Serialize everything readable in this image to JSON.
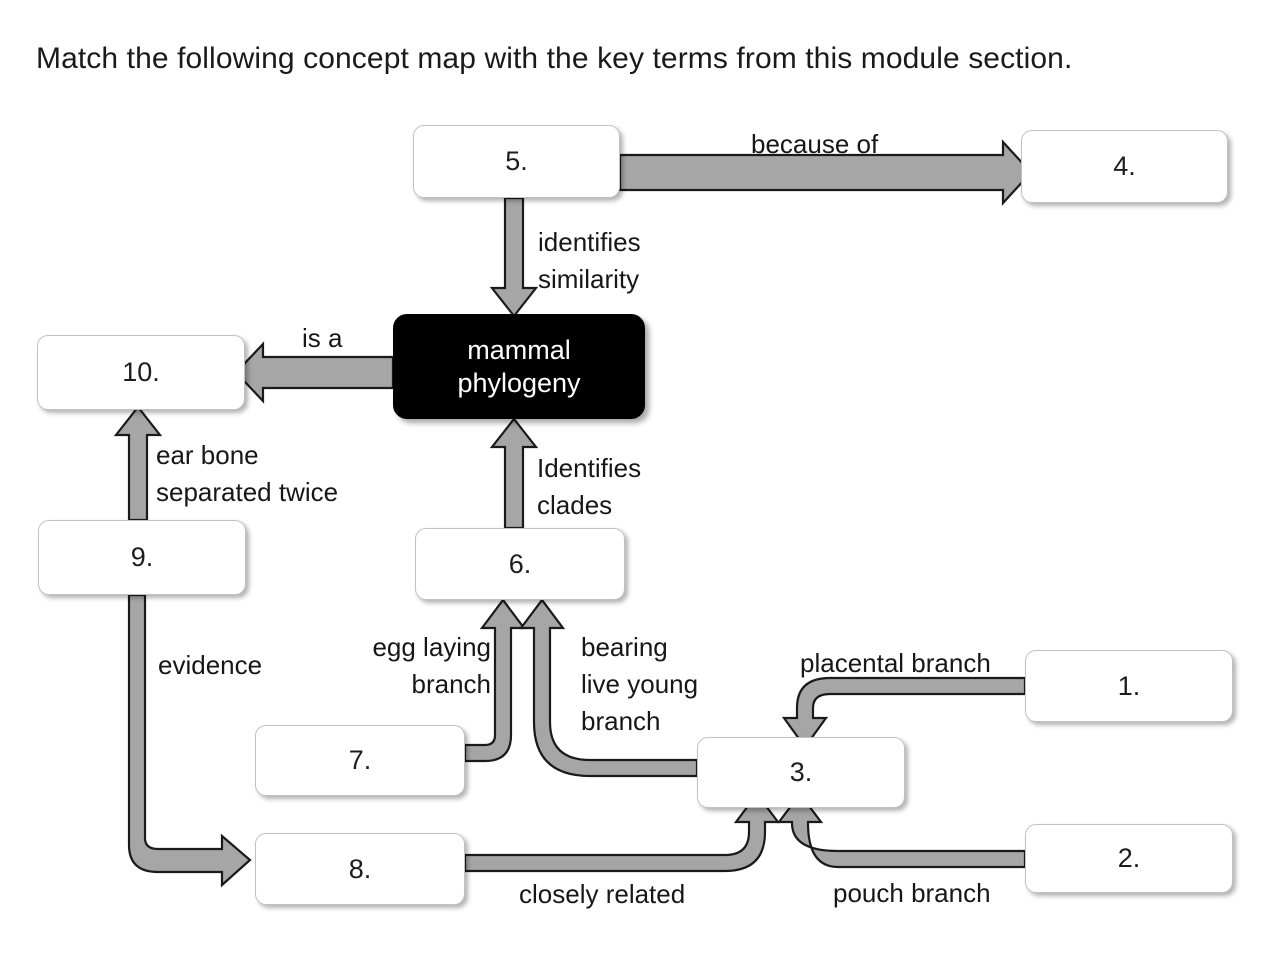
{
  "page": {
    "title": "Match the following concept map with the key terms from this module section.",
    "background": "#ffffff",
    "arrow_fill": "#a6a6a6",
    "arrow_stroke": "#1a1a1a",
    "node_fill": "#ffffff",
    "node_border": "#c2c2c2",
    "center_node_fill": "#000000",
    "text_color": "#1a1a1a"
  },
  "diagram": {
    "type": "concept-map",
    "center": {
      "id": "center",
      "label": "mammal\nphylogeny",
      "line1": "mammal",
      "line2": "phylogeny"
    },
    "nodes": [
      {
        "id": "n5",
        "label": "5."
      },
      {
        "id": "n4",
        "label": "4."
      },
      {
        "id": "n10",
        "label": "10."
      },
      {
        "id": "n9",
        "label": "9."
      },
      {
        "id": "n6",
        "label": "6."
      },
      {
        "id": "n7",
        "label": "7."
      },
      {
        "id": "n8",
        "label": "8."
      },
      {
        "id": "n3",
        "label": "3."
      },
      {
        "id": "n1",
        "label": "1."
      },
      {
        "id": "n2",
        "label": "2."
      }
    ],
    "edges": [
      {
        "id": "e1",
        "from": "n5",
        "to": "n4",
        "label": "because of"
      },
      {
        "id": "e2",
        "from": "n5",
        "to": "center",
        "label": "identifies similarity",
        "line1": "identifies",
        "line2": "similarity"
      },
      {
        "id": "e3",
        "from": "center",
        "to": "n10",
        "label": "is a"
      },
      {
        "id": "e4",
        "from": "n9",
        "to": "n10",
        "label": "ear bone separated twice",
        "line1": "ear bone",
        "line2": "separated twice"
      },
      {
        "id": "e5",
        "from": "n6",
        "to": "center",
        "label": "Identifies clades",
        "line1": "Identifies",
        "line2": "clades"
      },
      {
        "id": "e6",
        "from": "n7",
        "to": "n6",
        "label": "egg laying branch",
        "line1": "egg laying",
        "line2": "branch"
      },
      {
        "id": "e7",
        "from": "n3",
        "to": "n6",
        "label": "bearing live young branch",
        "line1": "bearing",
        "line2": "live young",
        "line3": "branch"
      },
      {
        "id": "e8",
        "from": "n9",
        "to": "n8",
        "label": "evidence"
      },
      {
        "id": "e9",
        "from": "n8",
        "to": "n3",
        "label": "closely related"
      },
      {
        "id": "e10",
        "from": "n1",
        "to": "n3",
        "label": "placental branch"
      },
      {
        "id": "e11",
        "from": "n2",
        "to": "n3",
        "label": "pouch branch"
      }
    ]
  }
}
